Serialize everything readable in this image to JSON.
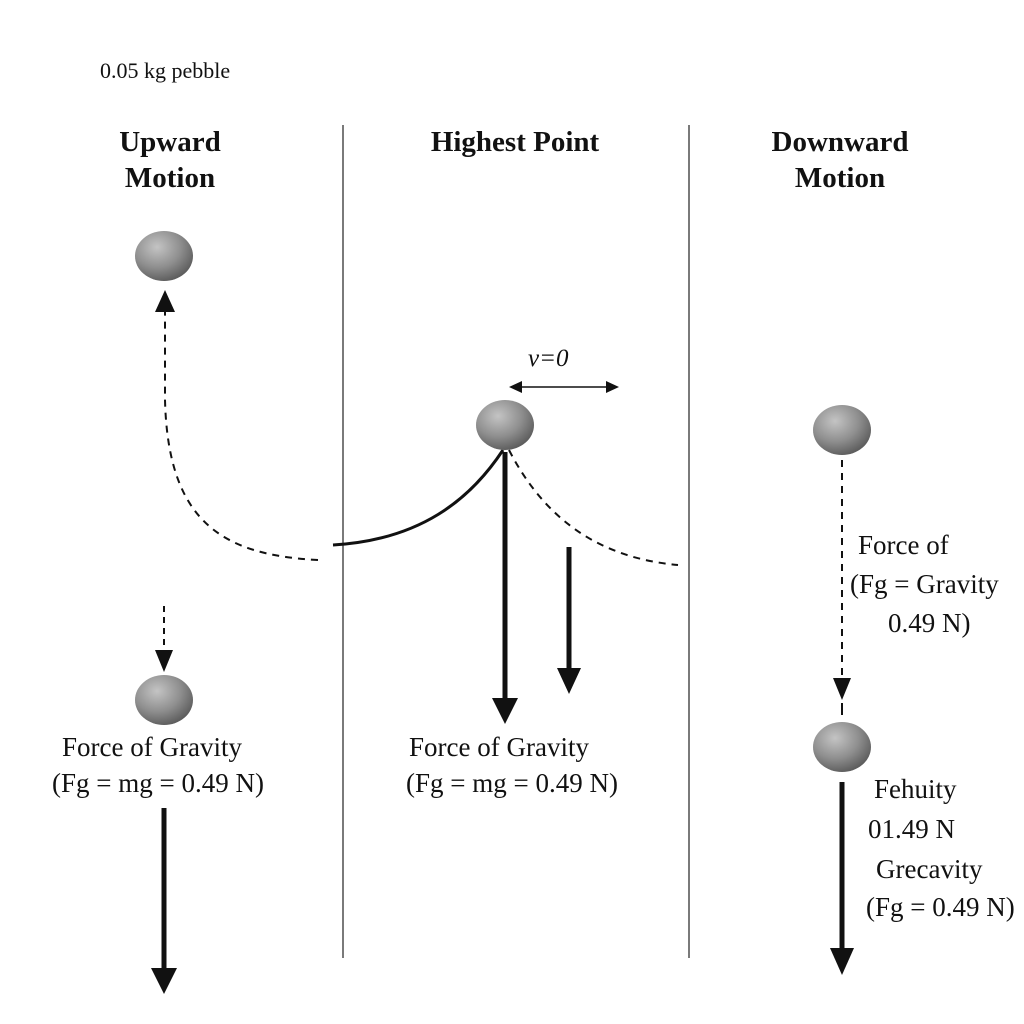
{
  "mass_label": "0.05 kg pebble",
  "panels": {
    "upward": {
      "heading_line1": "Upward",
      "heading_line2": "Motion",
      "force_label": "Force of Gravity",
      "force_formula": "(Fg = mg = 0.49 N)"
    },
    "highest": {
      "heading": "Highest Point",
      "velocity_label": "v=0",
      "force_label": "Force of Gravity",
      "force_formula": "(Fg = mg = 0.49 N)"
    },
    "downward": {
      "heading_line1": "Downward",
      "heading_line2": "Motion",
      "label_1": "Force of",
      "label_2": "(Fg = Gravity",
      "label_3": "0.49 N)",
      "label_4": "Fehuity",
      "label_5": "01.49 N",
      "label_6": "Grecavity",
      "label_7": "(Fg = 0.49 N)"
    }
  },
  "colors": {
    "background": "#ffffff",
    "ink": "#111111",
    "pebble_light": "#c4c4c4",
    "pebble_mid": "#8e8e8e",
    "pebble_dark": "#555555"
  }
}
